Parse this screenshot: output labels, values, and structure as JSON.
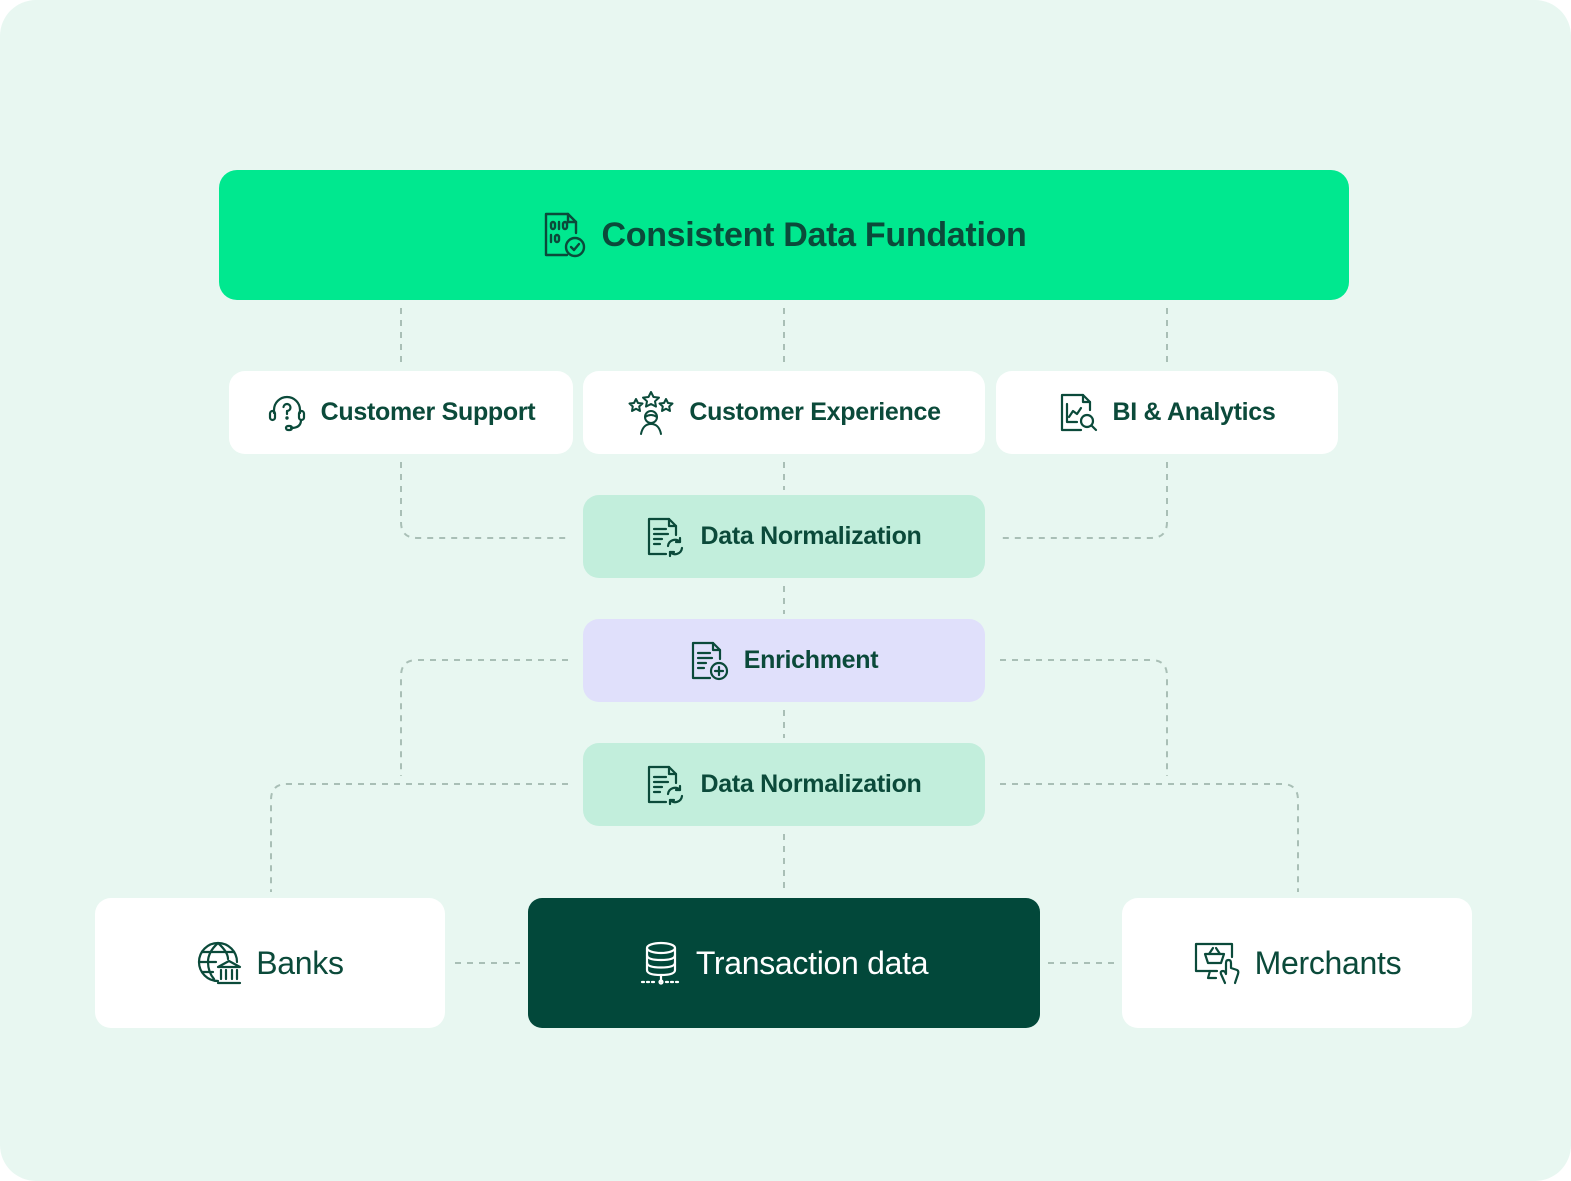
{
  "foundation": {
    "label": "Consistent Data Fundation",
    "icon": "data-check-icon"
  },
  "use_cases": [
    {
      "label": "Customer Support",
      "icon": "headset-question-icon"
    },
    {
      "label": "Customer Experience",
      "icon": "stars-person-icon"
    },
    {
      "label": "BI & Analytics",
      "icon": "chart-search-icon"
    }
  ],
  "pipeline": [
    {
      "label": "Data Normalization",
      "icon": "document-refresh-icon"
    },
    {
      "label": "Enrichment",
      "icon": "document-add-icon"
    },
    {
      "label": "Data Normalization",
      "icon": "document-refresh-icon"
    }
  ],
  "sources": {
    "banks": {
      "label": "Banks",
      "icon": "globe-bank-icon"
    },
    "transaction": {
      "label": "Transaction data",
      "icon": "database-icon"
    },
    "merchants": {
      "label": "Merchants",
      "icon": "monitor-basket-icon"
    }
  },
  "colors": {
    "background": "#e8f7f1",
    "foundation": "#00e88f",
    "normalization": "#c2eedc",
    "enrichment": "#e0e0fb",
    "transaction": "#02483a",
    "text": "#0b4a3a",
    "connector": "#a9bfb6"
  }
}
